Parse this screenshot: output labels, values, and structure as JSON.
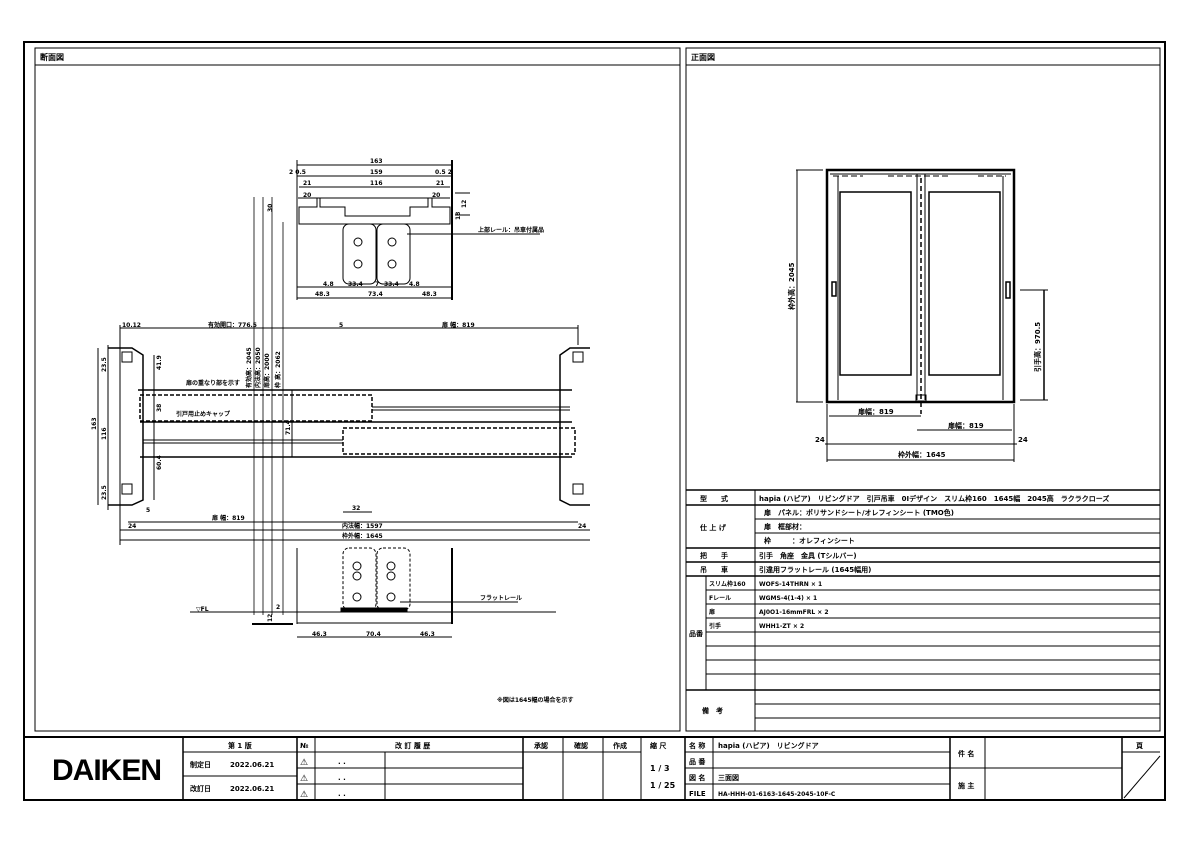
{
  "panels": {
    "section_title": "断面図",
    "front_title": "正面図"
  },
  "section": {
    "top": {
      "d163": "163",
      "d159": "159",
      "d116": "116",
      "d05l": "2 0.5",
      "d05r": "0.5 2",
      "d21l": "21",
      "d21r": "21",
      "d20l": "20",
      "d20r": "20",
      "d30": "30",
      "d12": "12",
      "d18": "18",
      "rail_label": "上部レール：吊車付属品",
      "b48l": "48.3",
      "b73": "73.4",
      "b48r": "48.3",
      "b4l": "4.8",
      "b33l": "33.4",
      "b7": "7",
      "b33r": "33.4",
      "b4r": "4.8"
    },
    "mid": {
      "d1012": "10.12",
      "open_width": "有効開口：776.5",
      "d5": "5",
      "door_width": "扉 幅：819",
      "h23a": "23.5",
      "h116": "116",
      "h163": "163",
      "h23b": "23.5",
      "h41": "41.9",
      "h38": "38",
      "h60": "60.4",
      "h71": "71.4",
      "v1": "有効高：2045",
      "v2": "内法高：2050",
      "v3": "扉高：2000",
      "v4": "枠 高：2062",
      "note1": "扉の重なり部を示す",
      "note2": "引戸用止めキャップ",
      "d5b": "5",
      "door_width2": "扉 幅：819",
      "d32": "32",
      "d1597": "内法幅：1597",
      "d1645": "枠外幅：1645",
      "d24l": "24",
      "d24r": "24"
    },
    "bottom": {
      "fl": "▽FL",
      "d12": "12",
      "d2": "2",
      "flat_rail": "フラットレール",
      "b46l": "46.3",
      "b70": "70.4",
      "b46r": "46.3"
    },
    "footnote": "※図は1645幅の場合を示す"
  },
  "front": {
    "height": "枠外高：2045",
    "handle_height": "引手高：970.5",
    "door_l": "扉幅：819",
    "door_r": "扉幅：819",
    "d24l": "24",
    "d24r": "24",
    "overall": "枠外幅：1645"
  },
  "spec": {
    "rows": [
      {
        "label": "型　　式",
        "value": "hapia (ハピア)　リビングドア　引戸吊車　0Iデザイン　スリム枠160　1645幅　2045高　ラクラクローズ"
      },
      {
        "label": "仕 上 げ",
        "values": [
          "扉　パネル：ポリサンドシート/オレフィンシート (TMO色)",
          "扉　框部材：",
          "枠　　　：オレフィンシート"
        ]
      },
      {
        "label": "把　　手",
        "value": "引手　角座　金具 (Tシルバー)"
      },
      {
        "label": "吊　　車",
        "value": "引違用フラットレール (1645幅用)"
      }
    ],
    "parts_label": "品番",
    "parts": [
      {
        "name": "スリム枠160",
        "code": "WOFS-14THRN × 1"
      },
      {
        "name": "Fレール",
        "code": "WGMS-4(1-4) × 1"
      },
      {
        "name": "扉",
        "code": "AJ0O1-16mmFRL × 2"
      },
      {
        "name": "引手",
        "code": "WHH1-ZT × 2"
      },
      {
        "name": "",
        "code": ""
      },
      {
        "name": "",
        "code": ""
      },
      {
        "name": "",
        "code": ""
      },
      {
        "name": "",
        "code": ""
      }
    ],
    "remarks_label": "備　考"
  },
  "titleblock": {
    "logo": "DAIKEN",
    "edition": "第 1 版",
    "created_label": "制定日",
    "created": "2022.06.21",
    "revised_label": "改訂日",
    "revised": "2022.06.21",
    "no_label": "№",
    "revision_header": "改 訂 履 歴",
    "revision_dates": [
      ". .",
      ". .",
      ". ."
    ],
    "approve": "承認",
    "check": "確認",
    "make": "作成",
    "scale_label": "縮 尺",
    "scale1": "1 / 3",
    "scale2": "1 / 25",
    "name_label": "名 称",
    "name": "hapia (ハピア)　リビングドア",
    "part_label": "品 番",
    "part": "",
    "drawing_label": "図 名",
    "drawing": "三面図",
    "file_label": "FILE",
    "file": "HA-HHH-01-6163-1645-2045-10F-C",
    "project_label": "件 名",
    "client_label": "施 主",
    "page_label": "頁"
  }
}
